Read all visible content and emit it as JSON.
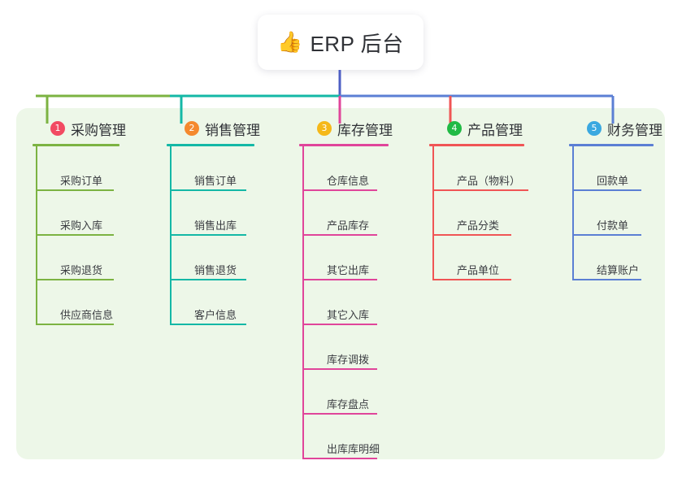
{
  "page": {
    "background": "#ffffff",
    "panel_background": "#edf7e8"
  },
  "title_card": {
    "icon": "thumbs-up-icon",
    "icon_glyph": "👍",
    "text": "ERP 后台"
  },
  "columns": [
    {
      "number": "1",
      "title": "采购管理",
      "badge_color": "#f24a62",
      "line_color": "#7cb342",
      "rule_color": "#7cb342",
      "items": [
        "采购订单",
        "采购入库",
        "采购退货",
        "供应商信息"
      ]
    },
    {
      "number": "2",
      "title": "销售管理",
      "badge_color": "#f5892e",
      "line_color": "#14b8a6",
      "rule_color": "#14b8a6",
      "items": [
        "销售订单",
        "销售出库",
        "销售退货",
        "客户信息"
      ]
    },
    {
      "number": "3",
      "title": "库存管理",
      "badge_color": "#f5b819",
      "line_color": "#e0459a",
      "rule_color": "#e0459a",
      "items": [
        "仓库信息",
        "产品库存",
        "其它出库",
        "其它入库",
        "库存调拨",
        "库存盘点",
        "出库库明细"
      ]
    },
    {
      "number": "4",
      "title": "产品管理",
      "badge_color": "#21ba45",
      "line_color": "#f05555",
      "rule_color": "#f05555",
      "items": [
        "产品（物料）",
        "产品分类",
        "产品单位"
      ]
    },
    {
      "number": "5",
      "title": "财务管理",
      "badge_color": "#3aa8e0",
      "line_color": "#5b7fd4",
      "rule_color": "#5b7fd4",
      "items": [
        "回款单",
        "付款单",
        "结算账户"
      ]
    }
  ],
  "connectors": {
    "stem_color": "#4e5fc4",
    "bus_segment_1_color": "#7cb342",
    "bus_segment_2_color": "#14b8a6",
    "bus_segment_3_color": "#5b7fd4",
    "drop_colors": [
      "#7cb342",
      "#14b8a6",
      "#e0459a",
      "#f05555",
      "#5b7fd4"
    ]
  }
}
